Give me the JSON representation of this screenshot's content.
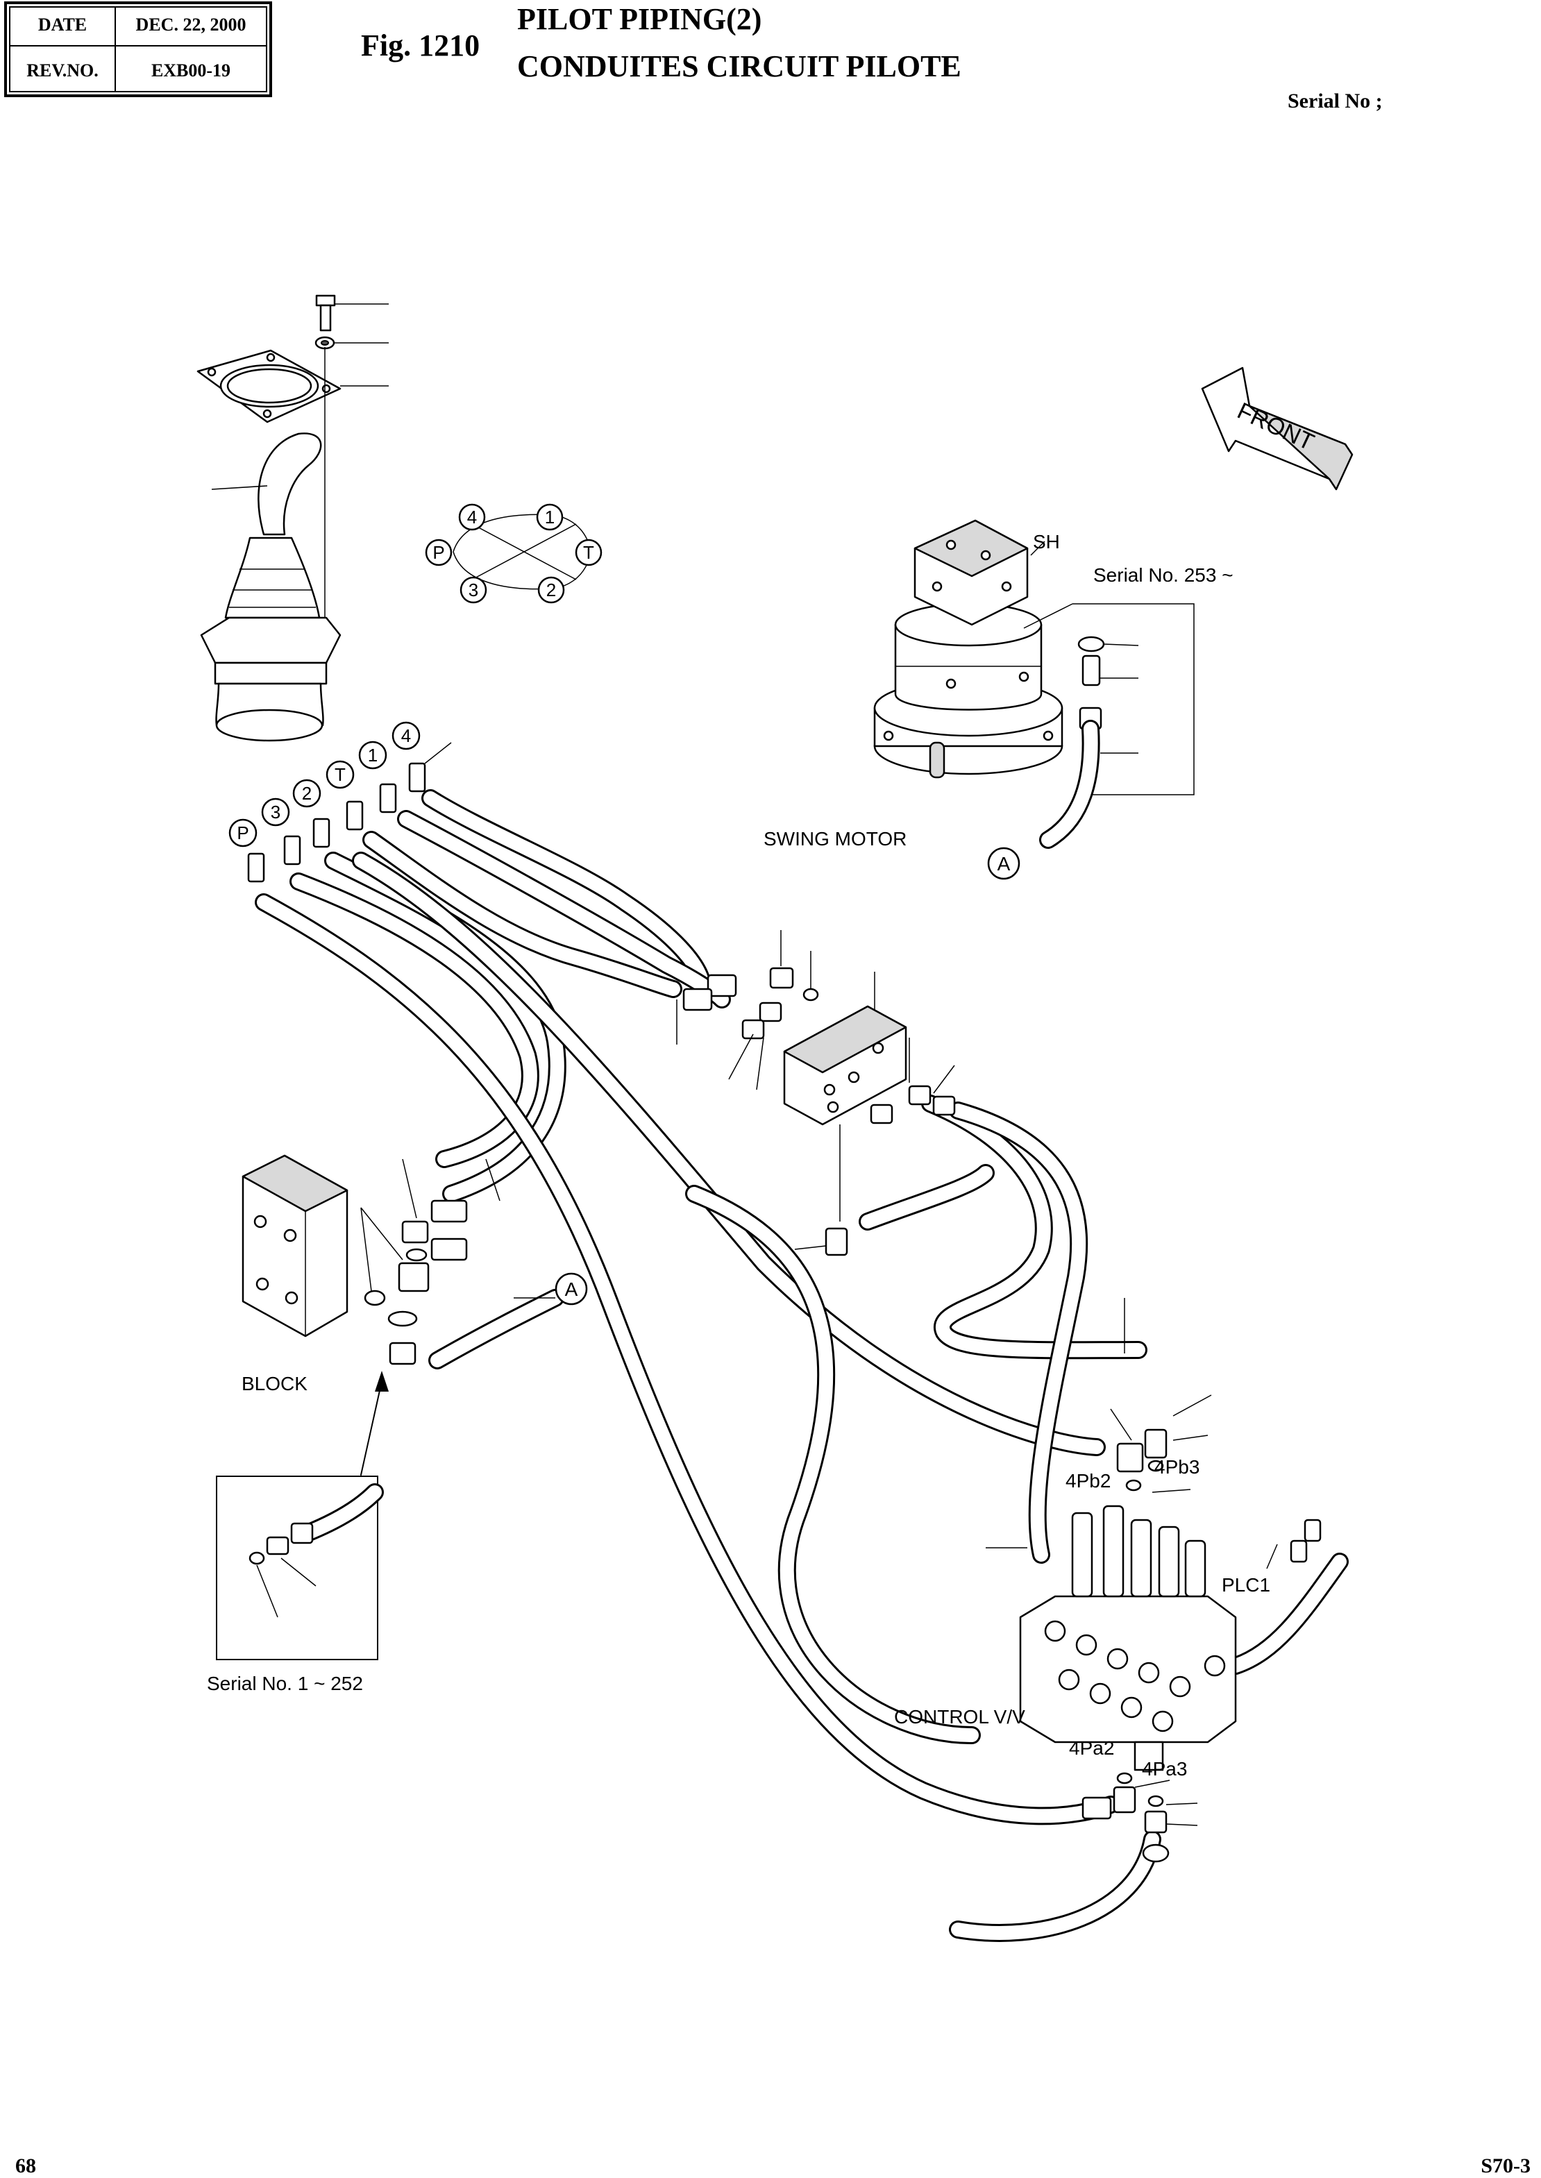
{
  "header": {
    "date_label": "DATE",
    "date_value": "DEC. 22, 2000",
    "rev_label": "REV.NO.",
    "rev_value": "EXB00-19",
    "fig_label": "Fig. 1210",
    "title_en": "PILOT PIPING(2)",
    "title_fr": "CONDUITES CIRCUIT PILOTE",
    "serial_label": "Serial No ;"
  },
  "diagram": {
    "front_label": "FRONT",
    "sh_label": "SH",
    "serial_new": "Serial No. 253 ~",
    "serial_old": "Serial No. 1 ~ 252",
    "swing_motor": "SWING MOTOR",
    "block": "BLOCK",
    "control_valve": "CONTROL V/V",
    "port_pb2": "4Pb2",
    "port_pb3": "4Pb3",
    "port_pa2": "4Pa2",
    "port_pa3": "4Pa3",
    "port_plc1": "PLC1",
    "callout_a": "A",
    "port_circles": {
      "p": "P",
      "t": "T",
      "one": "1",
      "two": "2",
      "three": "3",
      "four": "4"
    }
  },
  "footer": {
    "page_number": "68",
    "model": "S70-3"
  }
}
